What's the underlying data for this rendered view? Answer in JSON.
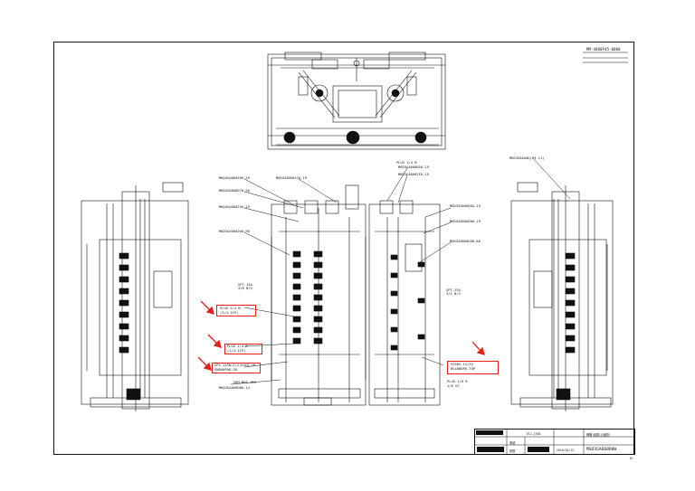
{
  "drawing": {
    "header_ref": "MM-4088P45-0008",
    "top_right_line1": "",
    "sheet_no": "6/"
  },
  "callouts_middle": [
    "M6D3GA660500-19",
    "M6D3GA660570-19",
    "M6D3GA660D70-96",
    "M6D3GA660250-19",
    "M6D3GA660260-90",
    "M6D3GA6602F0-19",
    "M6D3GA660050-19",
    "PLUG 3/4 B",
    "M6D3GA660DB0-14"
  ],
  "callouts_right_group": [
    "M6D3GA660D0A-19",
    "M6D3GA660D00-19",
    "M6D3GA660D5B-BD",
    "M6D3GA6A0D(09-11)"
  ],
  "left_labels": [
    "SPT-15A",
    "3/8 B/S",
    "3/4 B/S",
    "SPT-15A",
    "SRM-M63-15A"
  ],
  "highlighted": [
    {
      "line1": "PLUG 3/4 B",
      "line2": "(3/4-11P)"
    },
    {
      "line1": "PLUG 1/4 B",
      "line2": "(1/4-11P)"
    },
    {
      "line1": "SP2-12SN(1/2)63CD-18",
      "line2": "SMD60P08-SB"
    },
    {
      "line1": "FE00S-15/33",
      "line2": "BS40B0P6-T0P"
    }
  ],
  "bottom_labels": [
    "PLUG 1/8 B",
    "1/8 SS"
  ],
  "title_block": {
    "date": "2016/02/12",
    "title_jp": "概略 組図(上面図)",
    "drawing_no": "MSD3GA660D0W",
    "maker_code": "611-1916",
    "approved": "承認",
    "checked": "検図"
  },
  "colors": {
    "highlight": "#e32119",
    "line": "#111111"
  }
}
